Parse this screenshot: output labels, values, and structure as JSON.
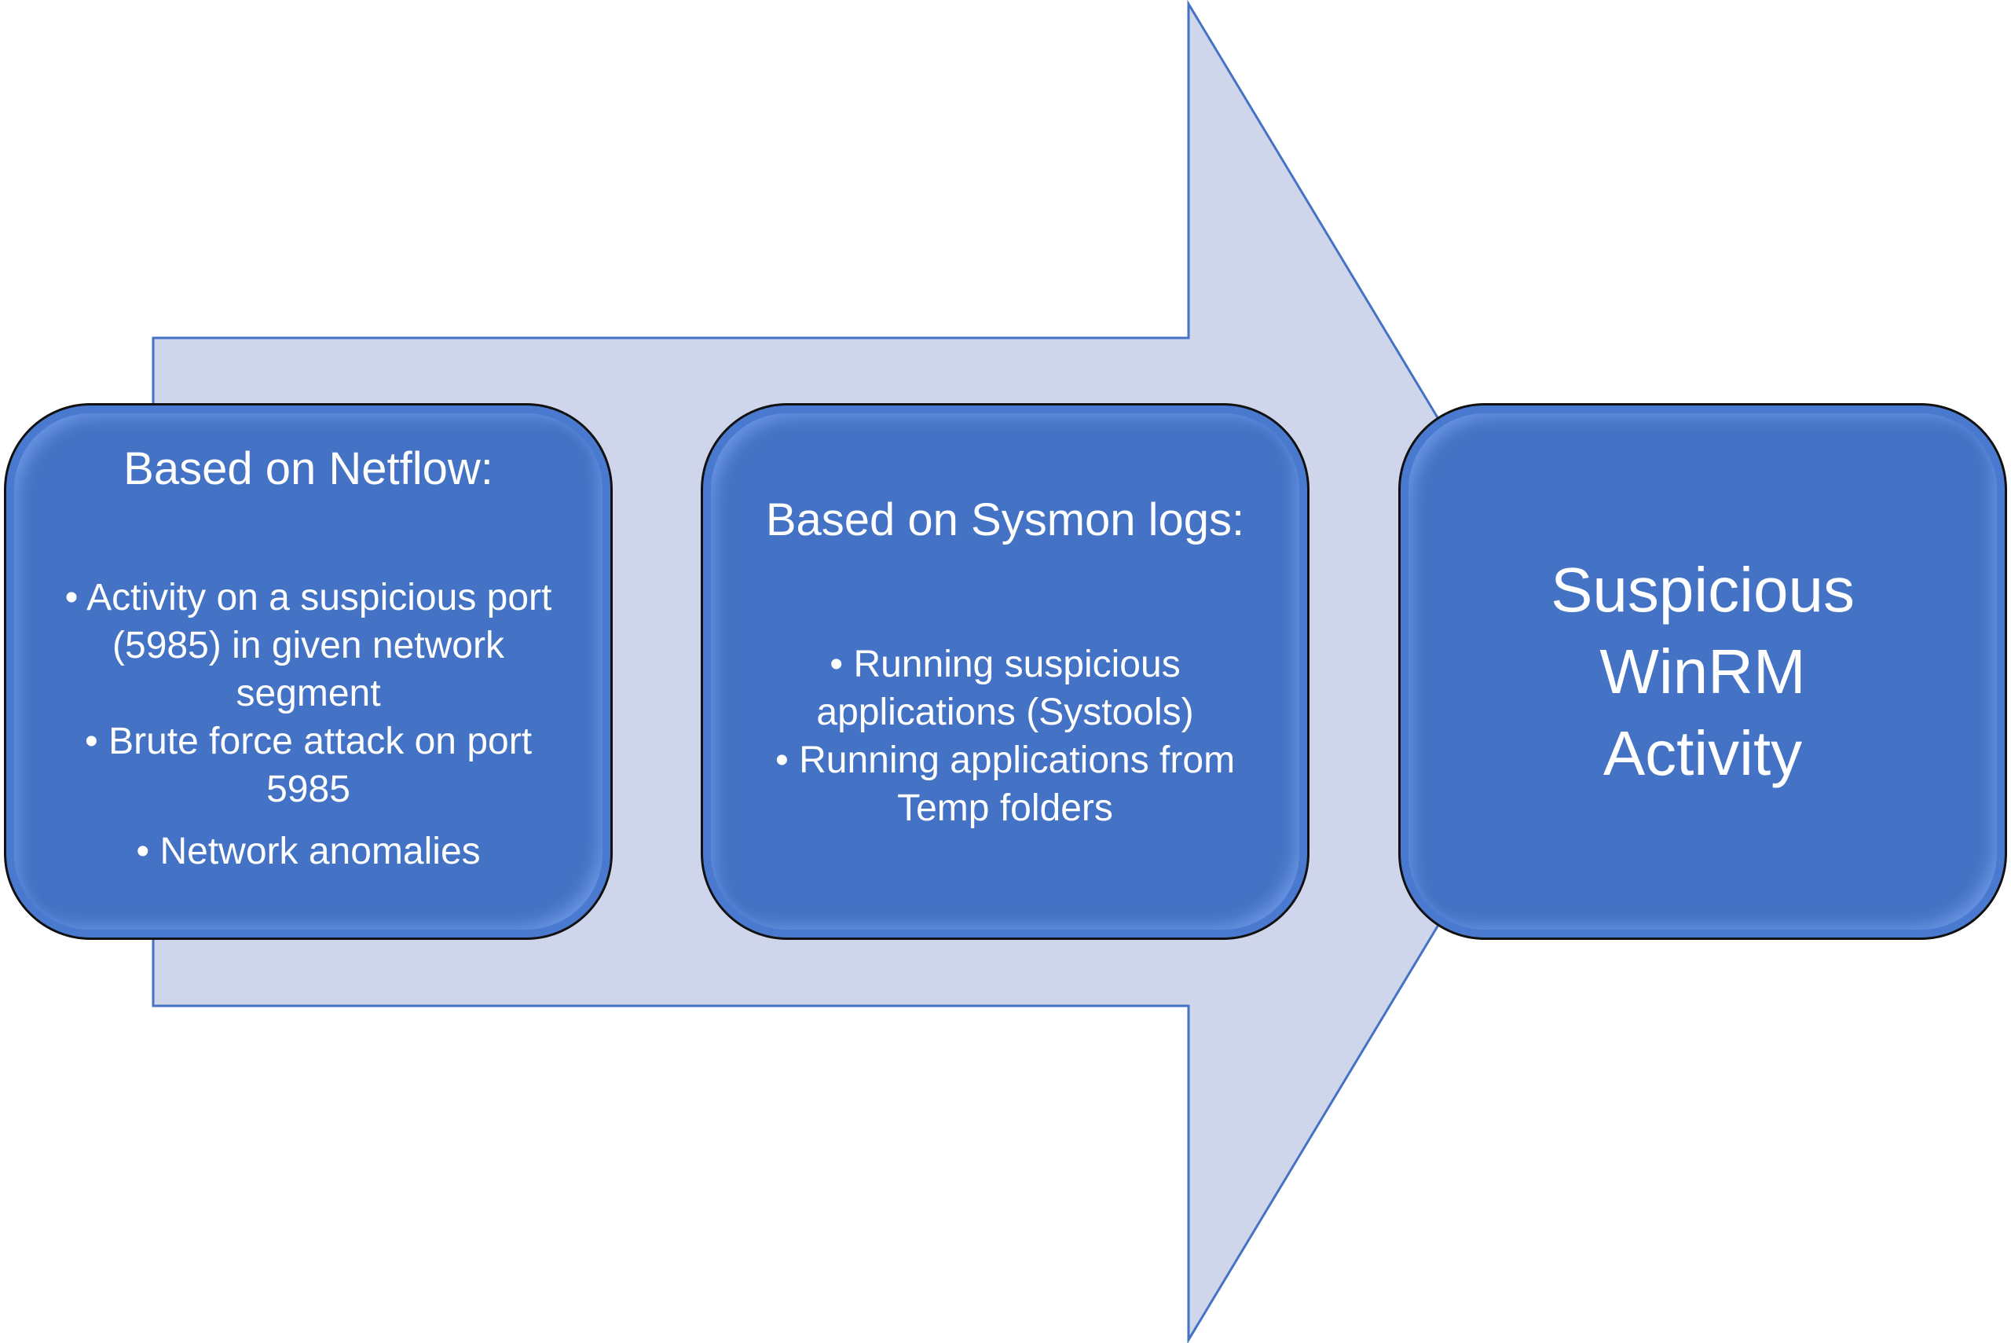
{
  "diagram": {
    "colors": {
      "arrow_fill": "#cfd5ea",
      "arrow_stroke": "#4472c4",
      "box_fill": "#4472c4",
      "box_border": "#111111",
      "text": "#ffffff"
    },
    "boxes": [
      {
        "title": "Based on Netflow:",
        "bullets": [
          "• Activity on a suspicious port (5985) in given network segment",
          "• Brute force attack on port 5985",
          "• Network anomalies"
        ]
      },
      {
        "title": "Based on Sysmon logs:",
        "bullets": [
          "• Running suspicious applications (Systools)",
          "• Running applications from Temp folders"
        ]
      },
      {
        "title": "Suspicious WinRM Activity"
      }
    ]
  }
}
